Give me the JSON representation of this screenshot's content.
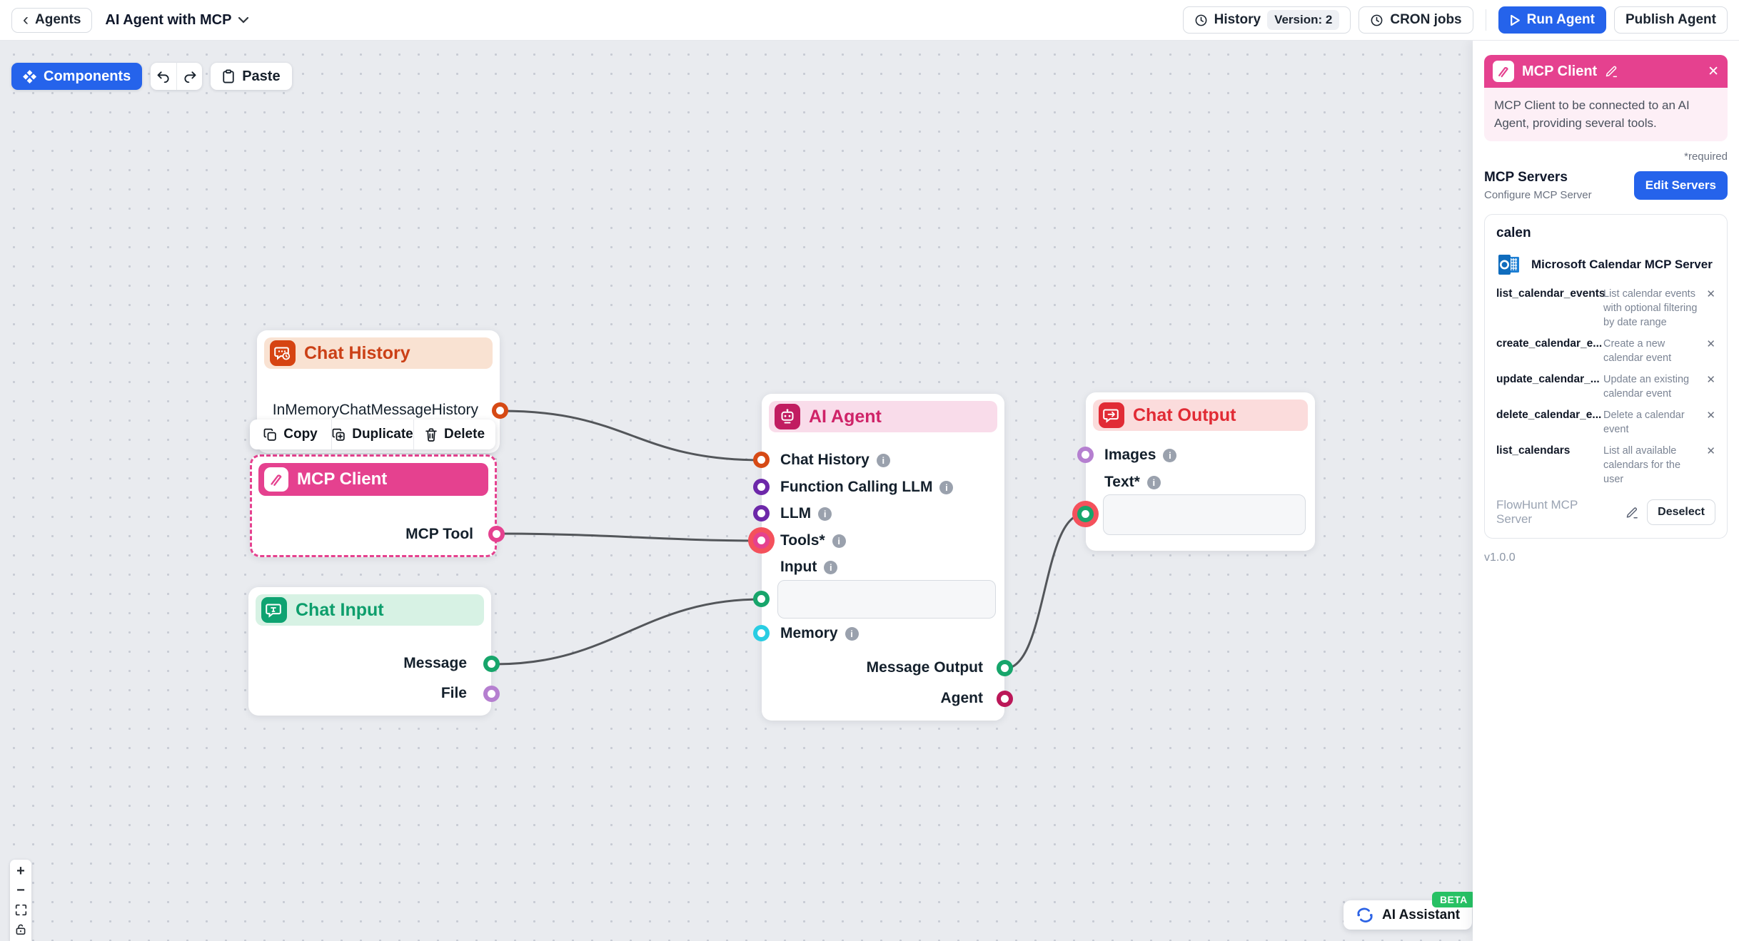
{
  "topbar": {
    "back_label": "Agents",
    "title": "AI Agent with MCP",
    "history_label": "History",
    "version_label": "Version: 2",
    "cron_label": "CRON jobs",
    "run_label": "Run Agent",
    "publish_label": "Publish Agent"
  },
  "toolbar": {
    "components_label": "Components",
    "paste_label": "Paste"
  },
  "context_menu": {
    "copy": "Copy",
    "duplicate": "Duplicate",
    "delete": "Delete"
  },
  "nodes": {
    "chat_history": {
      "title": "Chat History",
      "output": "InMemoryChatMessageHistory"
    },
    "mcp_client": {
      "title": "MCP Client",
      "output": "MCP Tool"
    },
    "chat_input": {
      "title": "Chat Input",
      "outputs": [
        "Message",
        "File"
      ]
    },
    "ai_agent": {
      "title": "AI Agent",
      "inputs": [
        "Chat History",
        "Function Calling LLM",
        "LLM",
        "Tools*",
        "Input",
        "Memory"
      ],
      "input_value": "",
      "outputs": [
        "Message Output",
        "Agent"
      ]
    },
    "chat_output": {
      "title": "Chat Output",
      "inputs": [
        "Images",
        "Text*"
      ],
      "text_value": ""
    }
  },
  "panel": {
    "title": "MCP Client",
    "description": "MCP Client to be connected to an AI Agent, providing several tools.",
    "required_label": "*required",
    "servers_label": "MCP Servers",
    "servers_sub": "Configure MCP Server",
    "edit_servers_label": "Edit Servers",
    "card_title": "calen",
    "server_name": "Microsoft Calendar MCP Server",
    "tools": [
      {
        "name": "list_calendar_events",
        "desc": "List calendar events with optional filtering by date range"
      },
      {
        "name": "create_calendar_e...",
        "desc": "Create a new calendar event"
      },
      {
        "name": "update_calendar_...",
        "desc": "Update an existing calendar event"
      },
      {
        "name": "delete_calendar_e...",
        "desc": "Delete a calendar event"
      },
      {
        "name": "list_calendars",
        "desc": "List all available calendars for the user"
      }
    ],
    "footer_server": "FlowHunt MCP Server",
    "deselect_label": "Deselect",
    "version": "v1.0.0",
    "close_glyph": "✕"
  },
  "assistant": {
    "label": "AI Assistant",
    "beta_label": "BETA"
  },
  "colors": {
    "accent_blue": "#2563eb",
    "pink": "#e5418f",
    "orange": "#d64a15",
    "green": "#17a56b",
    "purple": "#6d28a9",
    "light_purple": "#b57fd0",
    "cyan": "#29cde3",
    "crimson": "#bb1758",
    "red": "#e12b35",
    "highlight_ring": "#f4515c",
    "beta_green": "#27c164"
  }
}
